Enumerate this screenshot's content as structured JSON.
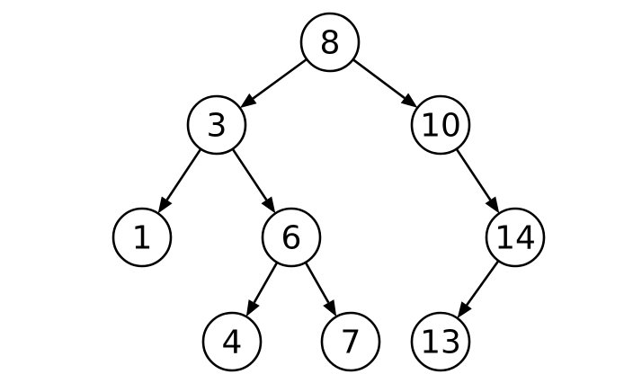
{
  "diagram": {
    "type": "binary-search-tree",
    "nodes": [
      {
        "id": "n8",
        "label": "8"
      },
      {
        "id": "n3",
        "label": "3"
      },
      {
        "id": "n10",
        "label": "10"
      },
      {
        "id": "n1",
        "label": "1"
      },
      {
        "id": "n6",
        "label": "6"
      },
      {
        "id": "n14",
        "label": "14"
      },
      {
        "id": "n4",
        "label": "4"
      },
      {
        "id": "n7",
        "label": "7"
      },
      {
        "id": "n13",
        "label": "13"
      }
    ],
    "edges": [
      {
        "from": "n8",
        "to": "n3"
      },
      {
        "from": "n8",
        "to": "n10"
      },
      {
        "from": "n3",
        "to": "n1"
      },
      {
        "from": "n3",
        "to": "n6"
      },
      {
        "from": "n10",
        "to": "n14"
      },
      {
        "from": "n6",
        "to": "n4"
      },
      {
        "from": "n6",
        "to": "n7"
      },
      {
        "from": "n14",
        "to": "n13"
      }
    ],
    "colors": {
      "stroke": "#000000",
      "fill": "#ffffff",
      "text": "#000000"
    }
  }
}
